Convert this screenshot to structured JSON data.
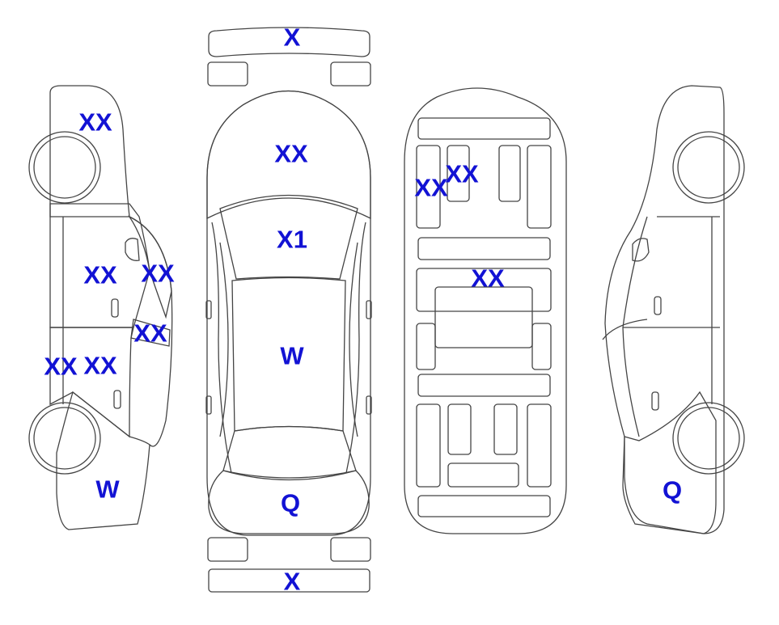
{
  "colors": {
    "damage_orange": "#F5A830",
    "light_blue": "#DDF5FB",
    "label_blue": "#1212D4",
    "outline": "#444444",
    "wheel_fill": "#FFFFFF"
  },
  "labels": {
    "front_bumper": "X",
    "rear_bumper": "X",
    "hood": "XX",
    "windshield": "X1",
    "roof": "W",
    "trunk": "Q",
    "left_front_fender": "XX",
    "left_front_door": "XX",
    "left_a_pillar": "XX",
    "left_b_pillar": "XX",
    "left_rear_door": "XX",
    "left_rear_panel": "XX",
    "left_quarter": "W",
    "floor_front_left": "XX",
    "floor_front_left_2": "XX",
    "floor_middle": "XX",
    "right_quarter": "Q"
  }
}
